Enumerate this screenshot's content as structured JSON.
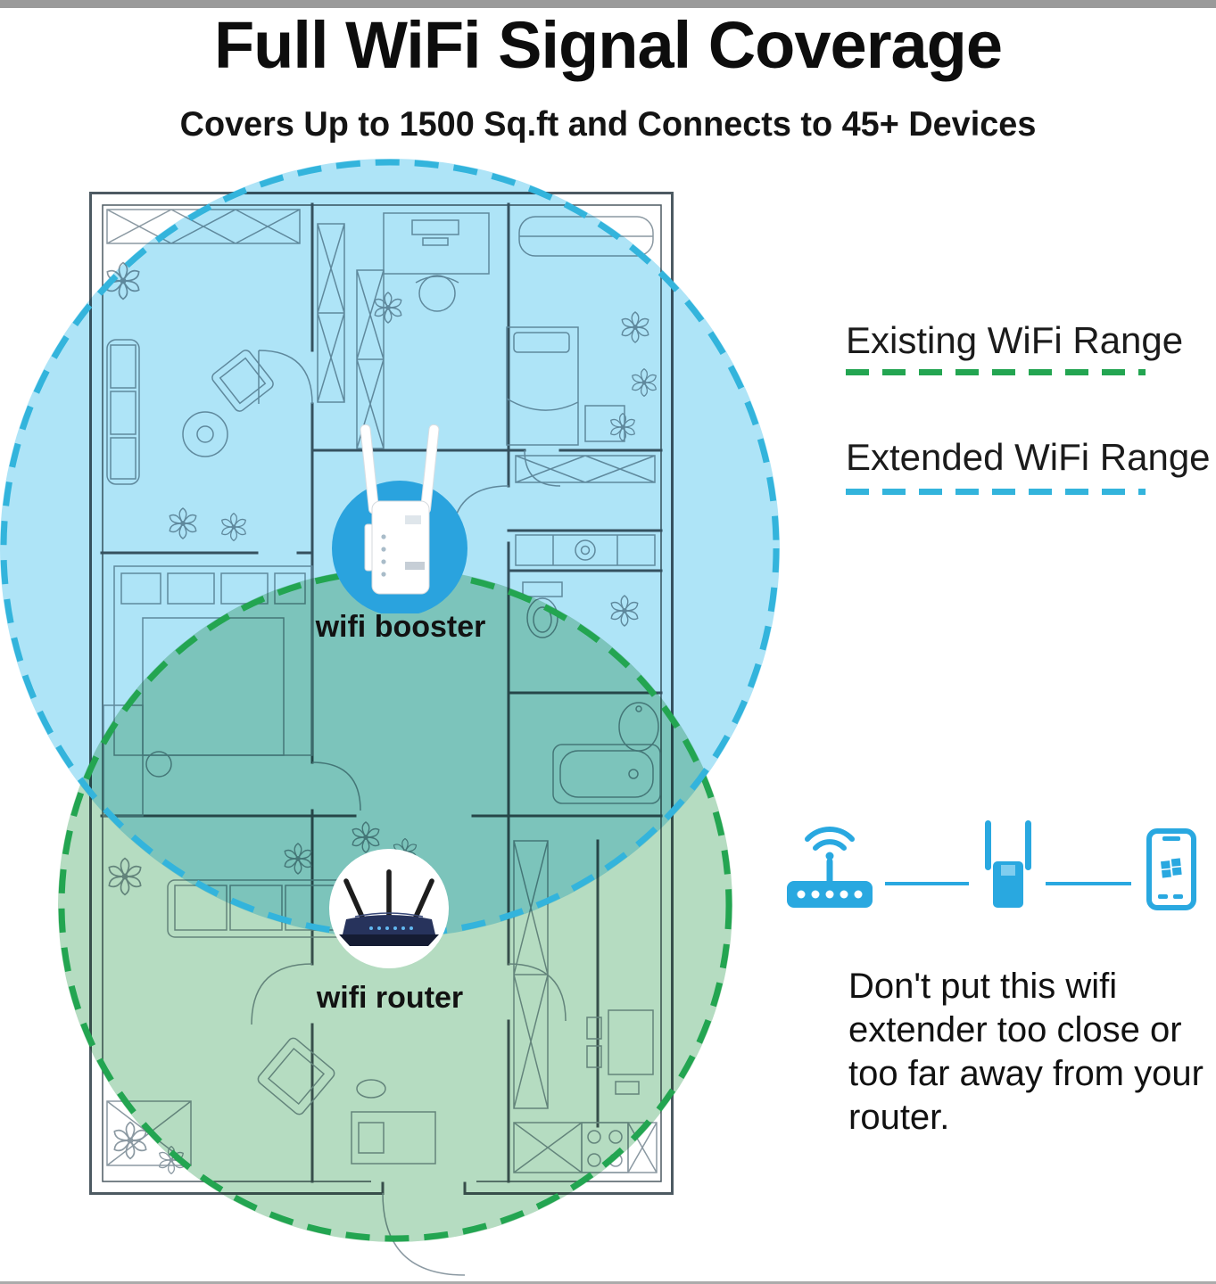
{
  "header": {
    "title": "Full WiFi Signal Coverage",
    "subtitle": "Covers Up to 1500 Sq.ft and Connects to 45+ Devices"
  },
  "floorplan": {
    "booster_label": "wifi booster",
    "router_label": "wifi router"
  },
  "legend": {
    "existing": {
      "label": "Existing WiFi Range",
      "style": "green-dashed-line"
    },
    "extended": {
      "label": "Extended WiFi Range",
      "style": "blue-dashed-line"
    }
  },
  "connection_diagram": {
    "icons": [
      "wifi-router-icon",
      "wifi-extender-icon",
      "smartphone-icon"
    ]
  },
  "note": {
    "text": "Don't put this wifi extender too close or too far away from your router."
  },
  "colors": {
    "existing_dash": "#23a551",
    "extended_dash": "#33b4dc",
    "existing_fill": "#b5dcc1",
    "extended_fill": "#aee4f7",
    "accent_blue": "#29a8e0",
    "booster_badge": "#2aa3de",
    "title_text": "#0d0d0d",
    "top_bar": "#9a9a9a",
    "bottom_bar": "#ababab"
  }
}
